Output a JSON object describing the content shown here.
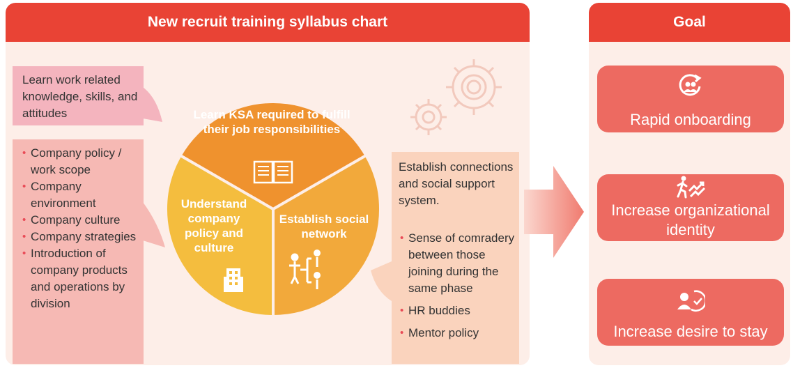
{
  "header": {
    "title": "New recruit training syllabus chart"
  },
  "goal_header": {
    "title": "Goal"
  },
  "ksa_box": {
    "text": "Learn work related knowledge, skills, and attitudes"
  },
  "policy_box": {
    "items": [
      "Company policy / work scope",
      "Company environment",
      "Company culture",
      "Company strategies",
      "Introduction of company products and operations by division"
    ]
  },
  "social_box": {
    "intro": "Establish connections and social support system.",
    "items": [
      "Sense of comradery between those joining during the same phase",
      "HR buddies",
      "Mentor policy"
    ]
  },
  "circle": {
    "top_label": "Learn KSA required to fulfill their job responsibilities",
    "left_label": "Understand company policy and culture",
    "right_label": "Establish social network",
    "top_icon": "book-icon",
    "left_icon": "building-icon",
    "right_icon": "network-icon"
  },
  "goals": [
    {
      "label": "Rapid onboarding",
      "icon": "onboarding-icon"
    },
    {
      "label": "Increase  organizational identity",
      "icon": "walking-growth-icon"
    },
    {
      "label": "Increase desire to stay",
      "icon": "person-check-icon"
    }
  ],
  "colors": {
    "header_red": "#e94335",
    "panel_bg": "#fdeee8",
    "segment_top": "#ef922e",
    "segment_left": "#f4bd3e",
    "segment_right": "#f2a93b",
    "goal_card": "#ed6a61",
    "arrow": "#f08a80"
  }
}
